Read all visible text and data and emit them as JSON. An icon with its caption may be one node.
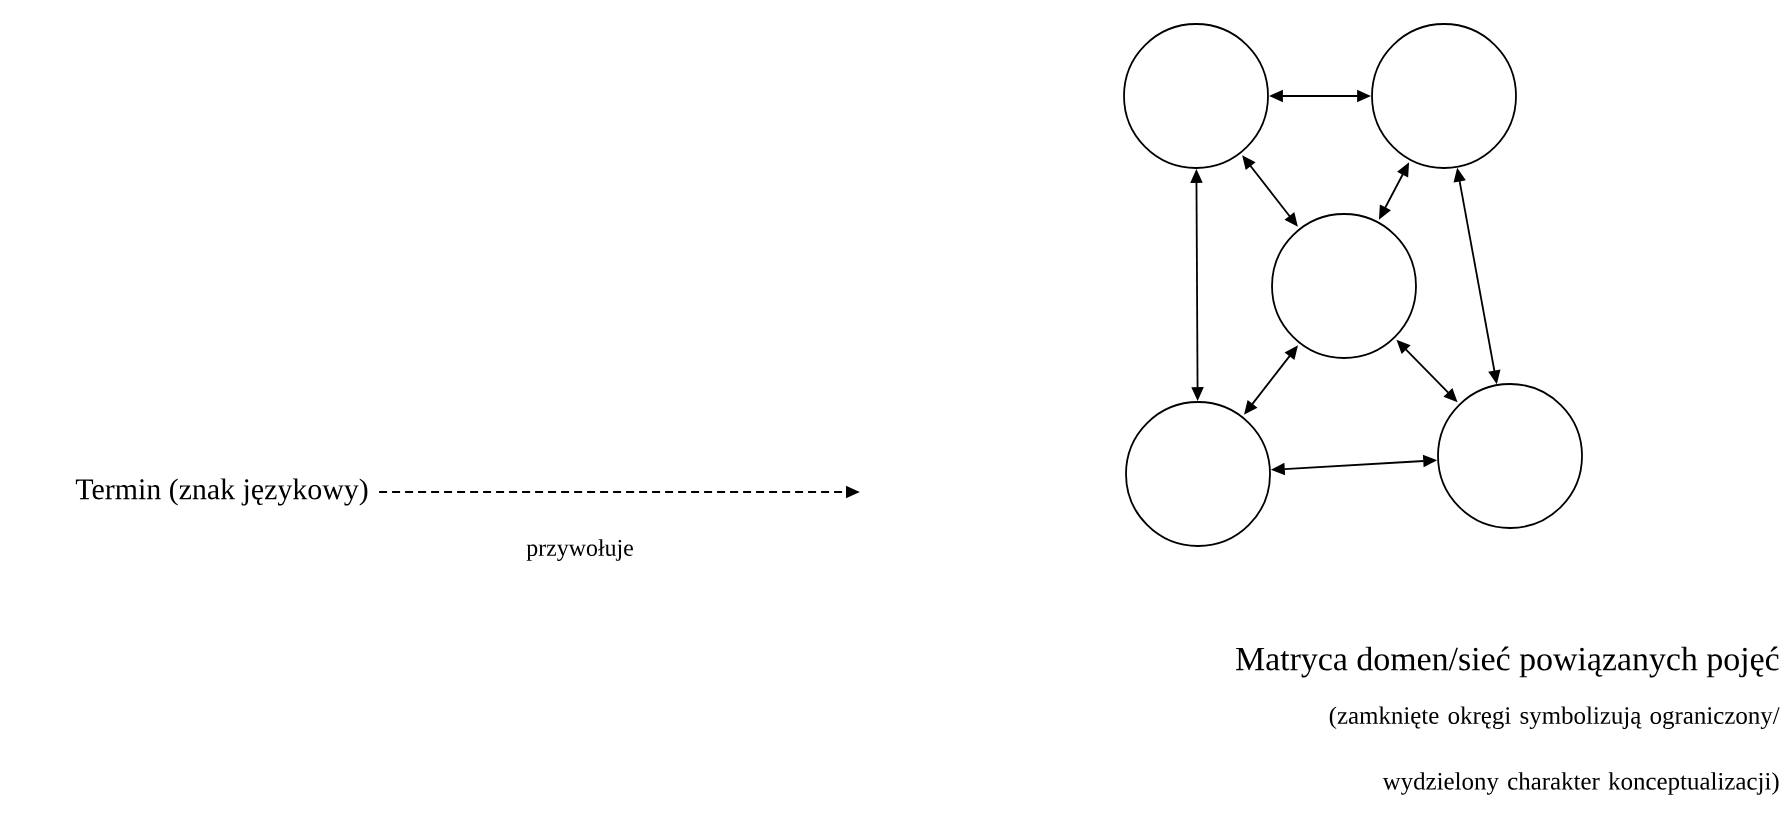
{
  "diagram": {
    "nodes": [
      {
        "text": [
          "Termin (znak językowy)"
        ]
      },
      {
        "text": [],
        "shape": "circle"
      },
      {
        "text": [],
        "shape": "circle"
      },
      {
        "text": [],
        "shape": "circle"
      },
      {
        "text": [],
        "shape": "circle"
      },
      {
        "text": [],
        "shape": "circle"
      }
    ],
    "edges": [
      {
        "from": 0,
        "to": null,
        "arrow": "to",
        "style": "dashed",
        "label": "przywołuje"
      },
      {
        "from": 1,
        "to": 2,
        "arrow": "both"
      },
      {
        "from": 1,
        "to": 3,
        "arrow": "both"
      },
      {
        "from": 2,
        "to": 3,
        "arrow": "both"
      },
      {
        "from": 1,
        "to": 4,
        "arrow": "both"
      },
      {
        "from": 2,
        "to": 5,
        "arrow": "both"
      },
      {
        "from": 3,
        "to": 5,
        "arrow": "both"
      },
      {
        "from": 4,
        "to": 3,
        "arrow": "both"
      },
      {
        "from": 4,
        "to": 5,
        "arrow": "both"
      }
    ],
    "labels": [
      "Matryca domen/sieć powiązanych pojęć",
      "(zamknięte okręgi  symbolizują  ograniczony/ wydzielony charakter konceptualizacji)"
    ]
  }
}
